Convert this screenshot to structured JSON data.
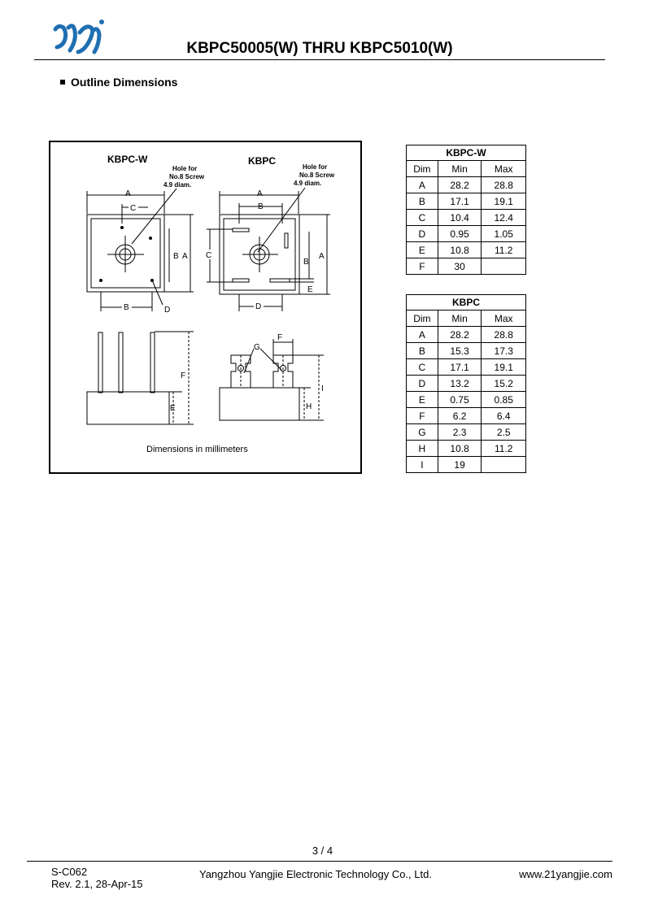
{
  "header": {
    "logo_icon": "yangjie-yj-logo-icon",
    "logo_color": "#1f6fb2",
    "title": "KBPC50005(W) THRU KBPC5010(W)"
  },
  "section": {
    "title": "Outline Dimensions"
  },
  "drawing": {
    "kbpcw": {
      "label": "KBPC-W",
      "hole_line1": "Hole for",
      "hole_line2": "No.8 Screw",
      "hole_line3": "4.9 diam."
    },
    "kbpc": {
      "label": "KBPC",
      "hole_line1": "Hole for",
      "hole_line2": "No.8 Screw",
      "hole_line3": "4.9 diam."
    },
    "dim_letters": {
      "a": "A",
      "b": "B",
      "c": "C",
      "d": "D",
      "e": "E",
      "f": "F",
      "g": "G",
      "h": "H",
      "i": "I"
    },
    "caption": "Dimensions in millimeters"
  },
  "table_kbpcw": {
    "title": "KBPC-W",
    "headers": [
      "Dim",
      "Min",
      "Max"
    ],
    "rows": [
      [
        "A",
        "28.2",
        "28.8"
      ],
      [
        "B",
        "17.1",
        "19.1"
      ],
      [
        "C",
        "10.4",
        "12.4"
      ],
      [
        "D",
        "0.95",
        "1.05"
      ],
      [
        "E",
        "10.8",
        "11.2"
      ],
      [
        "F",
        "30",
        ""
      ]
    ]
  },
  "table_kbpc": {
    "title": "KBPC",
    "headers": [
      "Dim",
      "Min",
      "Max"
    ],
    "rows": [
      [
        "A",
        "28.2",
        "28.8"
      ],
      [
        "B",
        "15.3",
        "17.3"
      ],
      [
        "C",
        "17.1",
        "19.1"
      ],
      [
        "D",
        "13.2",
        "15.2"
      ],
      [
        "E",
        "0.75",
        "0.85"
      ],
      [
        "F",
        "6.2",
        "6.4"
      ],
      [
        "G",
        "2.3",
        "2.5"
      ],
      [
        "H",
        "10.8",
        "11.2"
      ],
      [
        "I",
        "19",
        ""
      ]
    ]
  },
  "footer": {
    "page": "3 / 4",
    "doc_code": "S-C062",
    "revision": "Rev. 2.1, 28-Apr-15",
    "company": "Yangzhou Yangjie Electronic Technology Co., Ltd.",
    "website": "www.21yangjie.com"
  }
}
